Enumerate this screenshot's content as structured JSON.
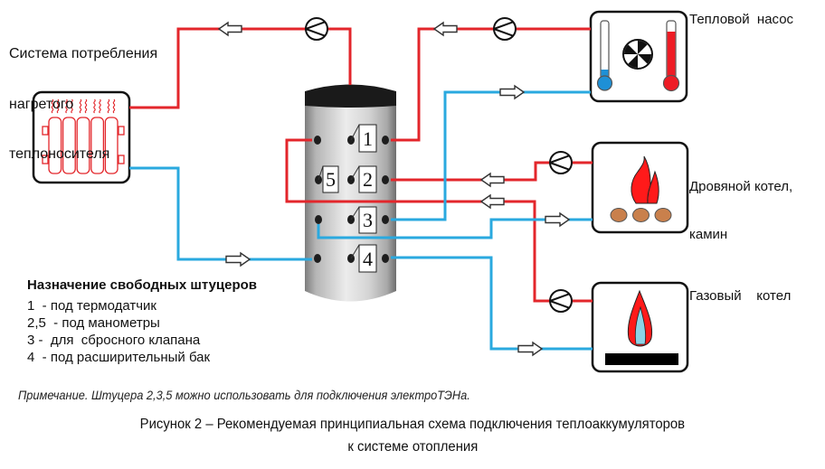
{
  "labels": {
    "consumer": [
      "Система потребления",
      "нагретого",
      "теплоносителя"
    ],
    "heat_pump": "Тепловой  насос",
    "wood_boiler": [
      "Дровяной котел,",
      "камин"
    ],
    "gas_boiler": "Газовый    котел"
  },
  "tank": {
    "port_tags": {
      "p1": "1",
      "p5": "5",
      "p2": "2",
      "p3": "3",
      "p4": "4"
    }
  },
  "legend": {
    "title": "Назначение свободных штуцеров",
    "items": [
      "1  - под термодатчик",
      "2,5  - под манометры",
      "3 -  для  сбросного клапана",
      "4  - под расширительный бак"
    ]
  },
  "note": "Примечание. Штуцера 2,3,5 можно использовать для подключения электроТЭНа.",
  "caption": [
    "Рисунок 2 – Рекомендуемая принципиальная схема подключения теплоаккумуляторов",
    "к системе отопления"
  ],
  "icons": {
    "radiator": "radiator-icon",
    "heat_pump": "heat-pump-icon",
    "wood_boiler": "wood-fire-icon",
    "gas_boiler": "gas-flame-icon",
    "pump": "circulation-pump-icon",
    "flow_arrow": "flow-arrow-icon",
    "tank": "heat-storage-tank-icon"
  },
  "colors": {
    "supply_pipe": "#e3262b",
    "return_pipe": "#2aa9df",
    "flame": "#ff1a1a",
    "log": "#c9804c",
    "cold_thermometer": "#1e90d6",
    "hot_thermometer": "#ee1c25",
    "gas_flame_inner": "#8dd3e6"
  }
}
